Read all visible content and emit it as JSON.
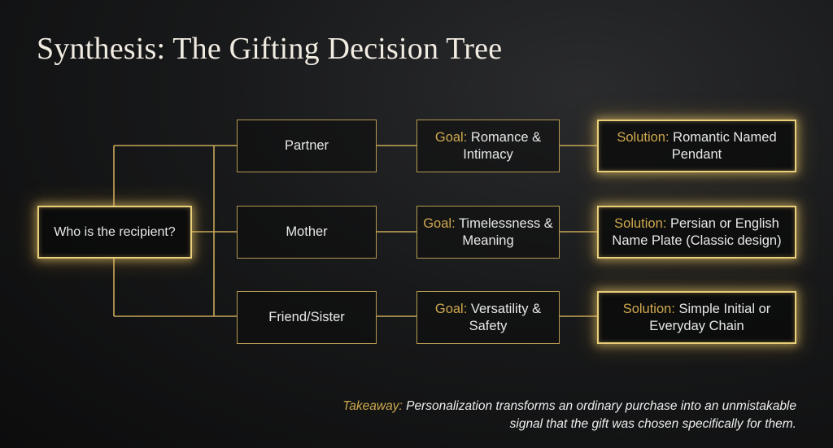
{
  "title": "Synthesis: The Gifting Decision Tree",
  "root": {
    "label": "Who is the recipient?"
  },
  "branches": [
    {
      "recipient": "Partner",
      "goal_prefix": "Goal:",
      "goal_text": " Romance & Intimacy",
      "solution_prefix": "Solution:",
      "solution_text": " Romantic Named Pendant"
    },
    {
      "recipient": "Mother",
      "goal_prefix": "Goal:",
      "goal_text": " Timelessness & Meaning",
      "solution_prefix": "Solution:",
      "solution_text": " Persian or English Name Plate (Classic design)"
    },
    {
      "recipient": "Friend/Sister",
      "goal_prefix": "Goal:",
      "goal_text": " Versatility & Safety",
      "solution_prefix": "Solution:",
      "solution_text": " Simple Initial or Everyday Chain"
    }
  ],
  "takeaway": {
    "prefix": "Takeaway:",
    "text": " Personalization transforms an ordinary purchase into an unmistakable signal that the gift was chosen specifically for them."
  },
  "colors": {
    "accent_gold": "#cfa94e",
    "line_gold": "#b59a52",
    "glow_gold": "#e9cf7a",
    "background": "#151617"
  }
}
